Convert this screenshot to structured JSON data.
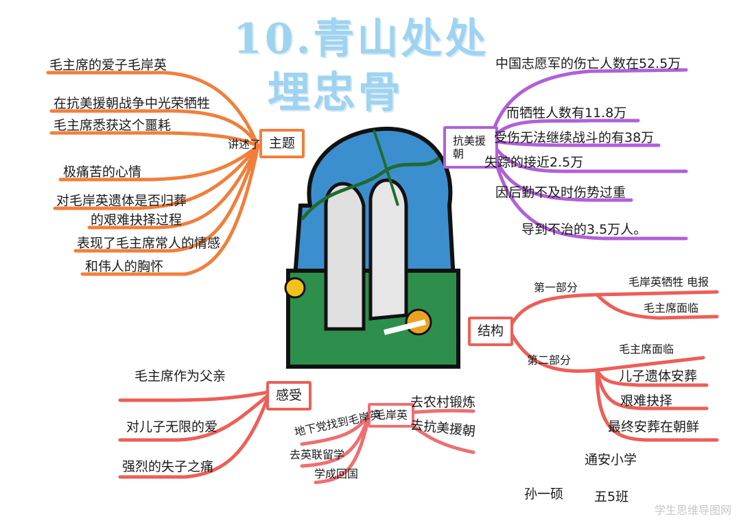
{
  "title": {
    "line1": "10.青山处处",
    "line2": "埋忠骨"
  },
  "theme": {
    "box": "主题",
    "connector": "讲述了",
    "items": [
      "毛主席的爱子毛岸英",
      "在抗美援朝战争中光荣牺牲",
      "毛主席悉获这个噩耗",
      "极痛苦的心情",
      "对毛岸英遗体是否归葬",
      "的艰难抉择过程",
      "表现了毛主席常人的情感",
      "和伟人的胸怀"
    ]
  },
  "war": {
    "box": "抗美援朝",
    "items": [
      "中国志愿军的伤亡人数在52.5万",
      "而牺牲人数有11.8万",
      "受伤无法继续战斗的有38万",
      "失踪的接近2.5万",
      "因后勤不及时伤势过重",
      "导到不治的3.5万人。"
    ]
  },
  "structure": {
    "box": "结构",
    "part1": {
      "label": "第一部分",
      "items": [
        "毛岸英牺牲 电报",
        "毛主席面临"
      ]
    },
    "part2": {
      "label": "第二部分",
      "items": [
        "毛主席面临",
        "儿子遗体安葬",
        "艰难抉择",
        "最终安葬在朝鲜"
      ]
    }
  },
  "feeling": {
    "box": "感受",
    "items": [
      "毛主席作为父亲",
      "对儿子无限的爱",
      "强烈的失子之痛"
    ]
  },
  "anying": {
    "box": "毛岸英",
    "left": [
      "地下党找到毛岸英",
      "去英联留学",
      "学成回国"
    ],
    "right": [
      "去农村锻炼",
      "去抗美援朝"
    ]
  },
  "author": {
    "school": "通安小学",
    "name": "孙一硕",
    "class": "五5班"
  },
  "watermark": "学生思维导图网",
  "colors": {
    "orange": "#f07f3c",
    "purple": "#b060d8",
    "red": "#ec5f57",
    "pink": "#ee6f72",
    "title": "#9fd3f0"
  }
}
